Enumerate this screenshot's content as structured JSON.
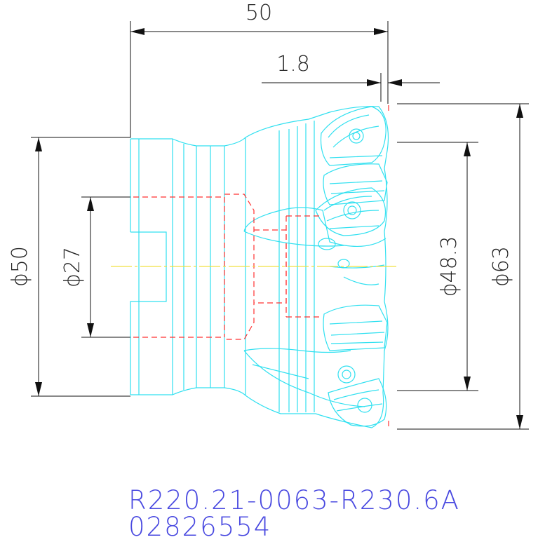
{
  "dimensions": {
    "length": "50",
    "offset": "1.8",
    "shank_diameter": "ϕ50",
    "bore_diameter": "ϕ27",
    "inner_cut_diameter": "ϕ48.3",
    "cutting_diameter": "ϕ63"
  },
  "caption": {
    "part_number": "R220.21-0063-R230.6A",
    "article_number": "02826554"
  },
  "colors": {
    "body_outline": "#30e0f0",
    "hidden_lines": "#ff3030",
    "center_line": "#f0e040",
    "dimension_lines": "#111111",
    "caption_text": "#4848e0"
  }
}
